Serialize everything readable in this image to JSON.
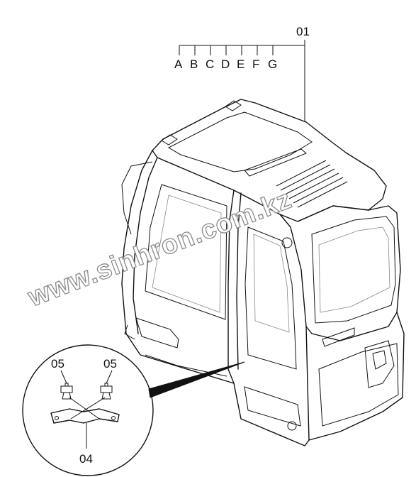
{
  "callouts": {
    "main": "01",
    "variants": [
      "A",
      "B",
      "C",
      "D",
      "E",
      "F",
      "G"
    ],
    "screw_left": "05",
    "screw_right": "05",
    "bracket": "04"
  },
  "watermark": "www.sinhron.com.kz",
  "colors": {
    "line": "#111111",
    "watermark_stroke": "#8a8a8a",
    "background": "#ffffff"
  }
}
